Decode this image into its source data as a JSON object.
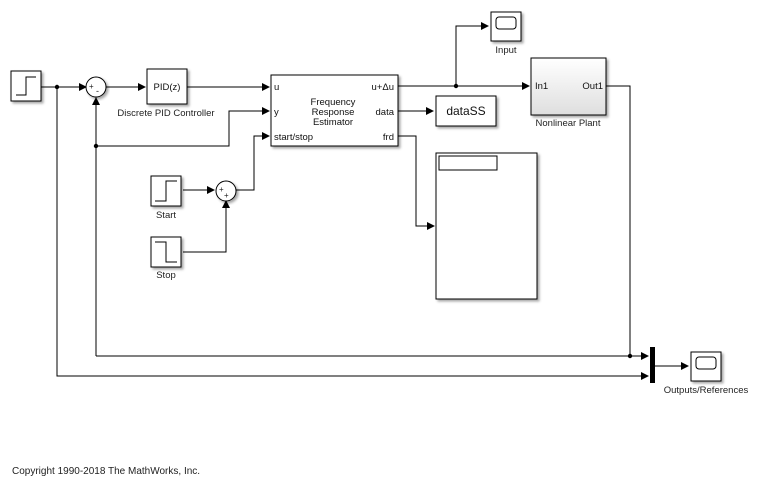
{
  "diagram": {
    "blocks": {
      "step": {
        "label": ""
      },
      "sum_main": {
        "signs": [
          "+",
          "-"
        ]
      },
      "pid": {
        "text": "PID(z)",
        "label": "Discrete PID Controller"
      },
      "fre": {
        "title_lines": [
          "Frequency",
          "Response",
          "Estimator"
        ],
        "inputs": [
          "u",
          "y",
          "start/stop"
        ],
        "outputs": [
          "u+Δu",
          "data",
          "frd"
        ]
      },
      "datass": {
        "text": "dataSS"
      },
      "input_scope": {
        "label": "Input"
      },
      "plant": {
        "label": "Nonlinear Plant",
        "in_port": "In1",
        "out_port": "Out1"
      },
      "start": {
        "label": "Start"
      },
      "stop": {
        "label": "Stop"
      },
      "sum_startstop": {
        "signs": [
          "+",
          "+"
        ]
      },
      "outputs_scope": {
        "label": "Outputs/References"
      }
    }
  },
  "footer": {
    "copyright": "Copyright 1990-2018 The MathWorks, Inc."
  }
}
